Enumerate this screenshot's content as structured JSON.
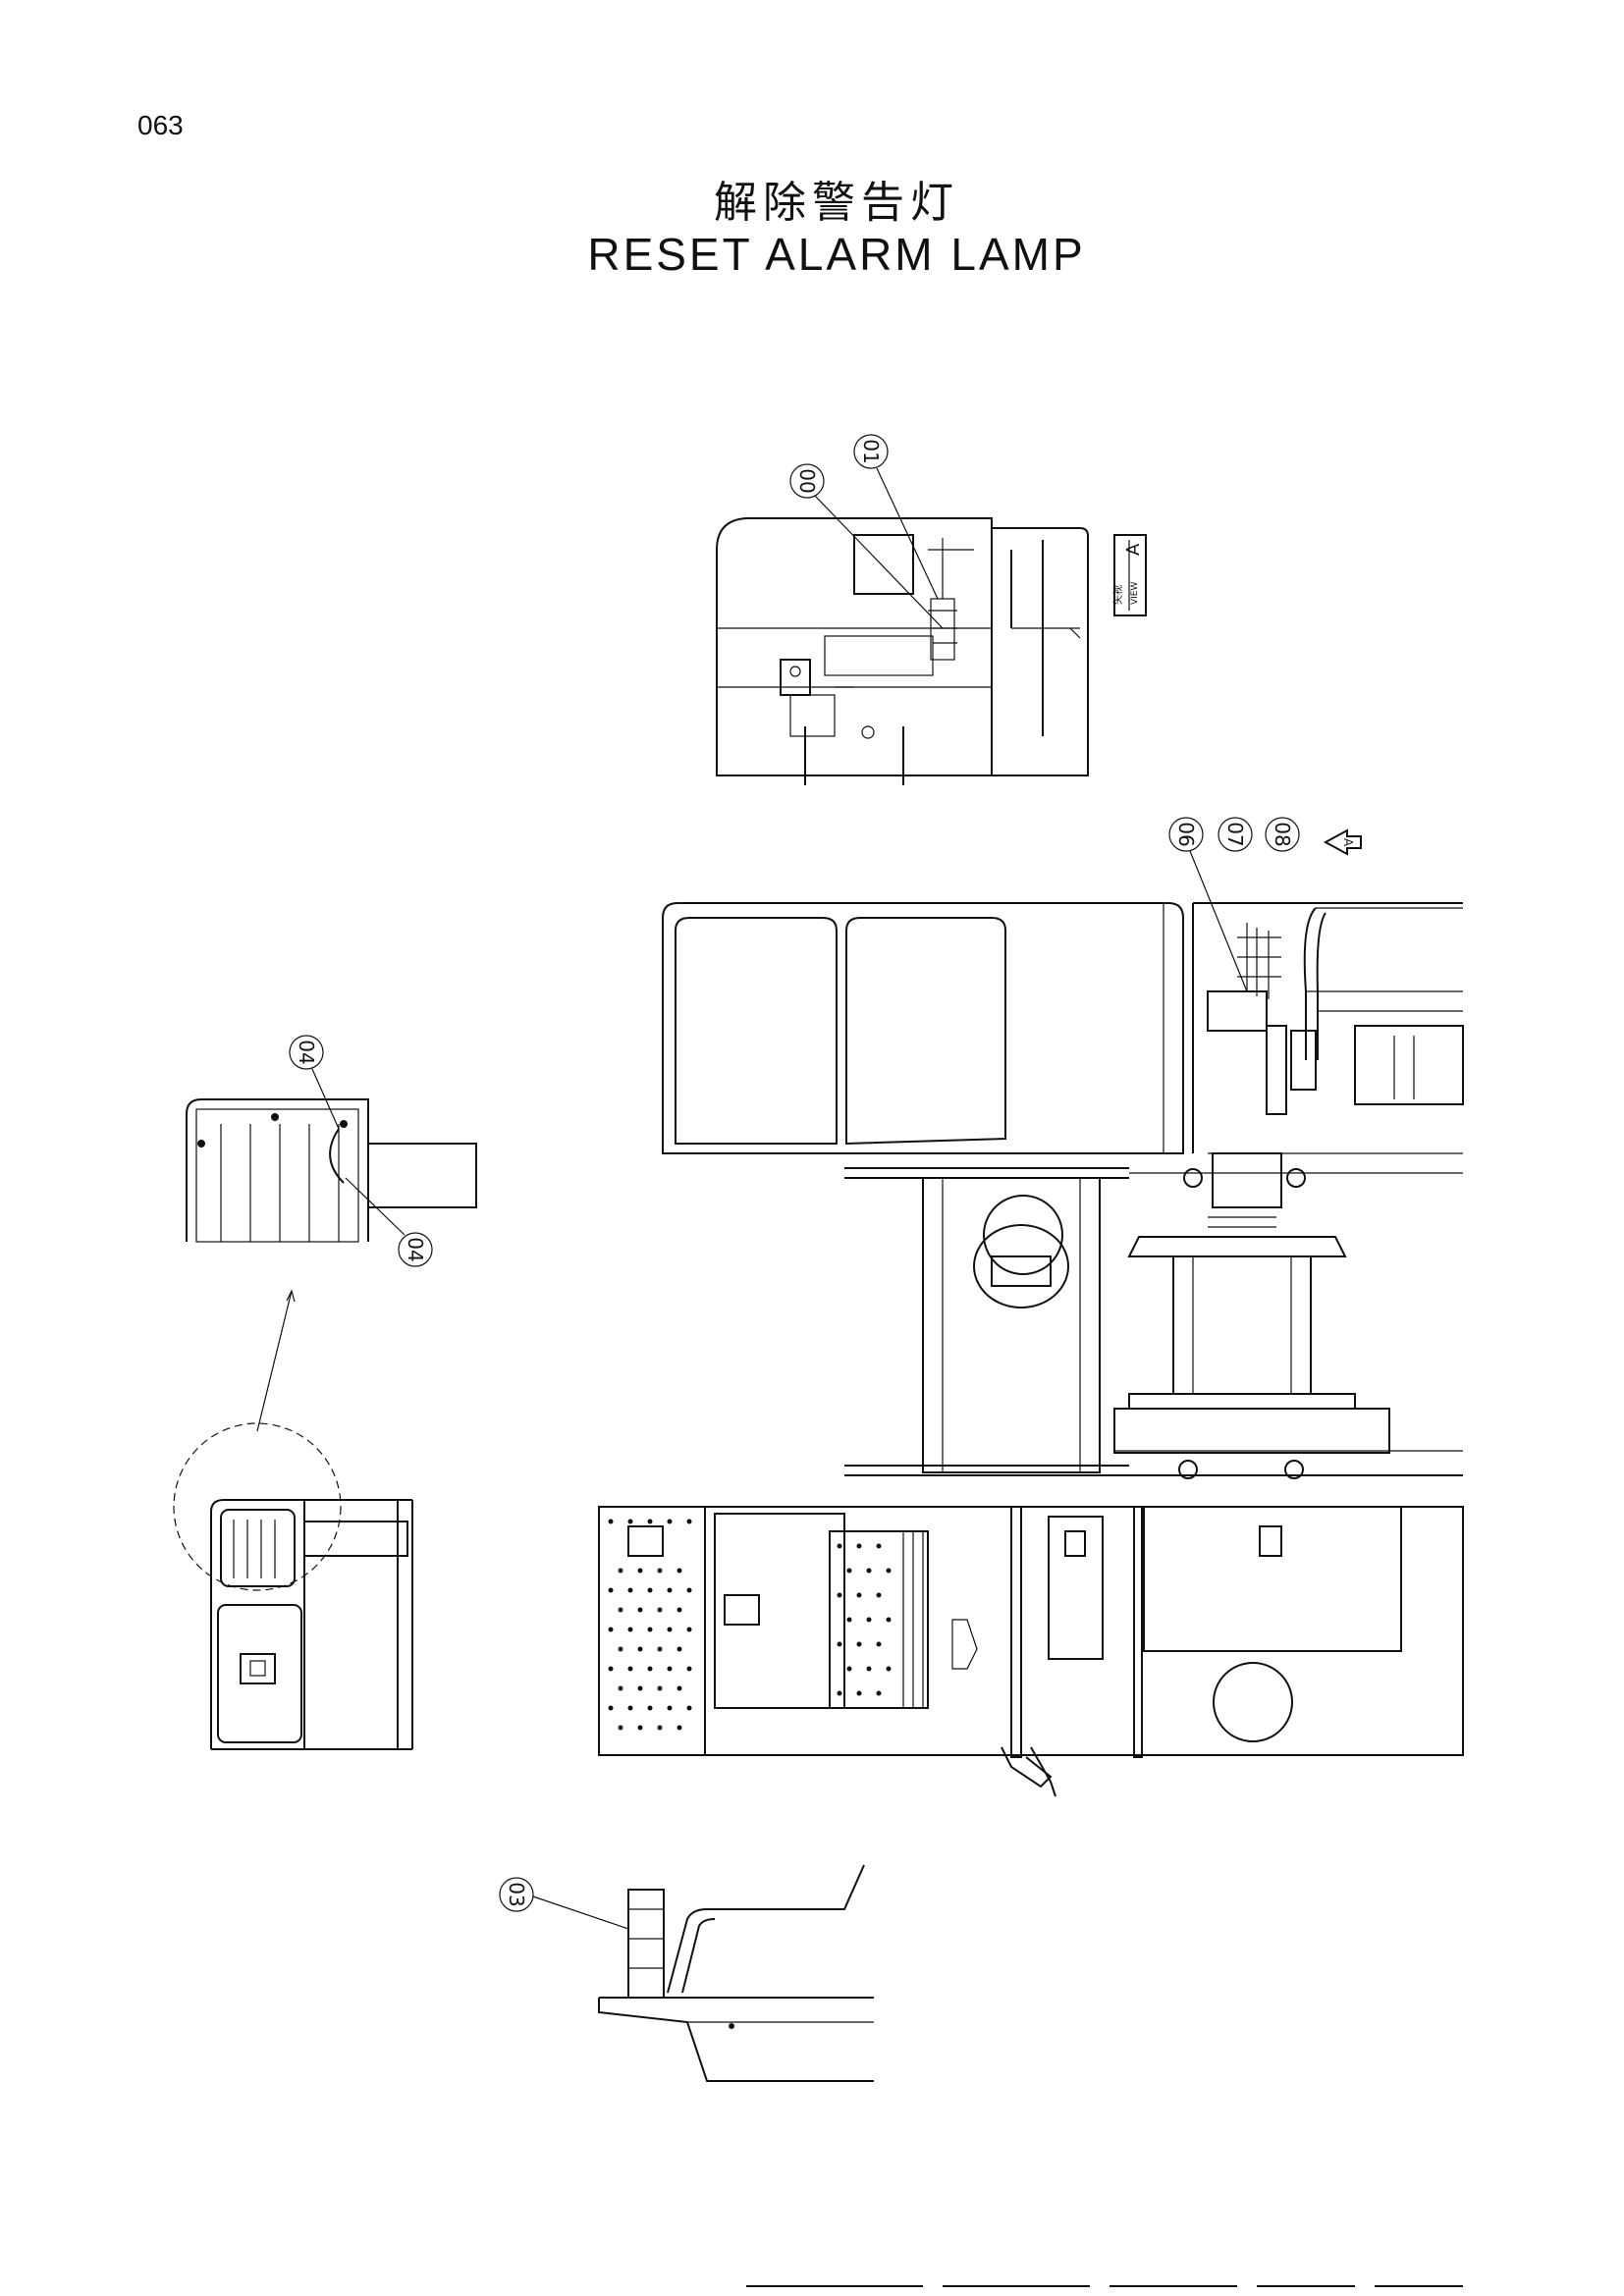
{
  "page": {
    "number": "063"
  },
  "title": {
    "chinese": "解除警告灯",
    "english": "RESET  ALARM  LAMP"
  },
  "view_label": {
    "chinese": "矢视",
    "english": "VIEW",
    "letter": "A"
  },
  "callouts": {
    "c00": "00",
    "c01": "01",
    "c03": "03",
    "c04a": "04",
    "c04b": "04",
    "c06": "06",
    "c07": "07",
    "c08": "08"
  },
  "arrow_label": "A"
}
